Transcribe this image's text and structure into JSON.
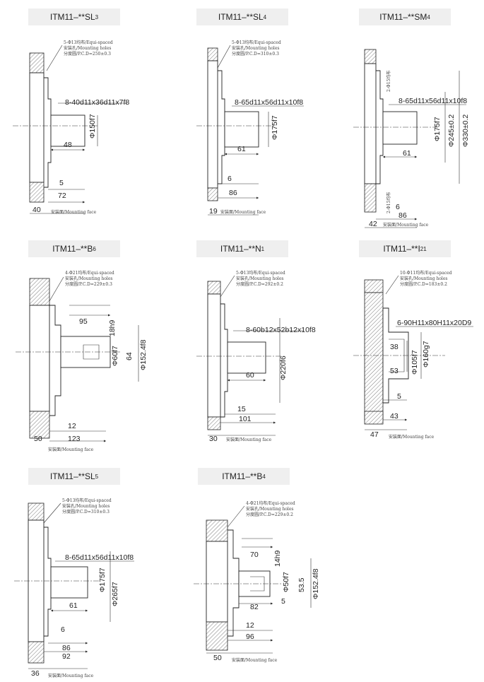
{
  "drawings": [
    {
      "title": {
        "base": "ITM11–**SL",
        "sub": "3"
      },
      "note": [
        "5-Φ13均布/Equi-spaced",
        "安装孔/Mounting holes",
        "分度圆/P.C.D=250±0.3"
      ],
      "spline": "8-40d11x36d11x7f8",
      "dims": {
        "shaft": "Φ150f7",
        "len1": "48",
        "len2": "5",
        "len3": "72",
        "flange": "40"
      },
      "mount": "安装面/Mounting face"
    },
    {
      "title": {
        "base": "ITM11–**SL",
        "sub": "4"
      },
      "note": [
        "5-Φ13均布/Equi-spaced",
        "安装孔/Mounting holes",
        "分度圆/P.C.D=310±0.3"
      ],
      "spline": "8-65d11x56d11x10f8",
      "dims": {
        "shaft": "Φ175f7",
        "len1": "61",
        "len2": "6",
        "len3": "86",
        "flange": "19"
      },
      "mount": "安装面/Mounting face"
    },
    {
      "title": {
        "base": "ITM11–**SM",
        "sub": "4"
      },
      "note": [
        "2-Φ15均布"
      ],
      "spline": "8-65d11x56d11x10f8",
      "dims": {
        "shaft": "Φ175f7",
        "pcd": "Φ245±0.2",
        "outer": "Φ330±0.2",
        "len1": "61",
        "len2": "6",
        "len3": "86",
        "flange": "42"
      },
      "mount": "安装面/Mounting face"
    },
    {
      "title": {
        "base": "ITM11–**B",
        "sub": "6"
      },
      "note": [
        "4-Φ21均布/Equi-spaced",
        "安装孔/Mounting holes",
        "分度圆/P.C.D=229±0.3"
      ],
      "dims": {
        "key": "18h9",
        "len1": "95",
        "shaft": "Φ60f7",
        "keyh": "64",
        "pilot": "Φ152.4f8",
        "len2": "12",
        "len3": "123",
        "flange": "50"
      },
      "mount": "安装面/Mounting face"
    },
    {
      "title": {
        "base": "ITM11–**N",
        "sub": "1"
      },
      "note": [
        "5-Φ13均布/Equi-spaced",
        "安装孔/Mounting holes",
        "分度圆/P.C.D=292±0.2"
      ],
      "spline": "8-60b12x52b12x10f8",
      "dims": {
        "shaft": "Φ220f6",
        "len1": "60",
        "len2": "15",
        "len3": "101",
        "flange": "30"
      },
      "mount": "安装面/Mounting face"
    },
    {
      "title": {
        "base": "ITM11–**I",
        "sub": "21"
      },
      "note": [
        "10-Φ11均布/Equi-spaced",
        "安装孔/Mounting holes",
        "分度圆/P.C.D=183±0.2"
      ],
      "spline": "6-90H11x80H11x20D9",
      "dims": {
        "d1": "38",
        "d2": "53",
        "bore": "Φ105f7",
        "pilot": "Φ160g7",
        "len2": "5",
        "len3": "43",
        "flange": "47"
      },
      "mount": "安装面/Mounting face"
    },
    {
      "title": {
        "base": "ITM11–**SL",
        "sub": "5"
      },
      "note": [
        "5-Φ13均布/Equi-spaced",
        "安装孔/Mounting holes",
        "分度圆/P.C.D=310±0.3"
      ],
      "spline": "8-65d11x56d11x10f8",
      "dims": {
        "shaft": "Φ175f7",
        "pilot": "Φ265f7",
        "len1": "61",
        "len2": "6",
        "len3": "86",
        "len4": "92",
        "flange": "36"
      },
      "mount": "安装面/Mounting face"
    },
    {
      "title": {
        "base": "ITM11–**B",
        "sub": "4"
      },
      "note": [
        "4-Φ21均布/Equi-spaced",
        "安装孔/Mounting holes",
        "分度圆/P.C.D=229±0.2"
      ],
      "dims": {
        "len1": "70",
        "key": "14h9",
        "shaft": "Φ50f7",
        "keyh": "53.5",
        "pilot": "Φ152.4f8",
        "len0": "82",
        "len5": "5",
        "len2": "12",
        "len3": "96",
        "flange": "50"
      },
      "mount": "安装面/Mounting face"
    }
  ]
}
